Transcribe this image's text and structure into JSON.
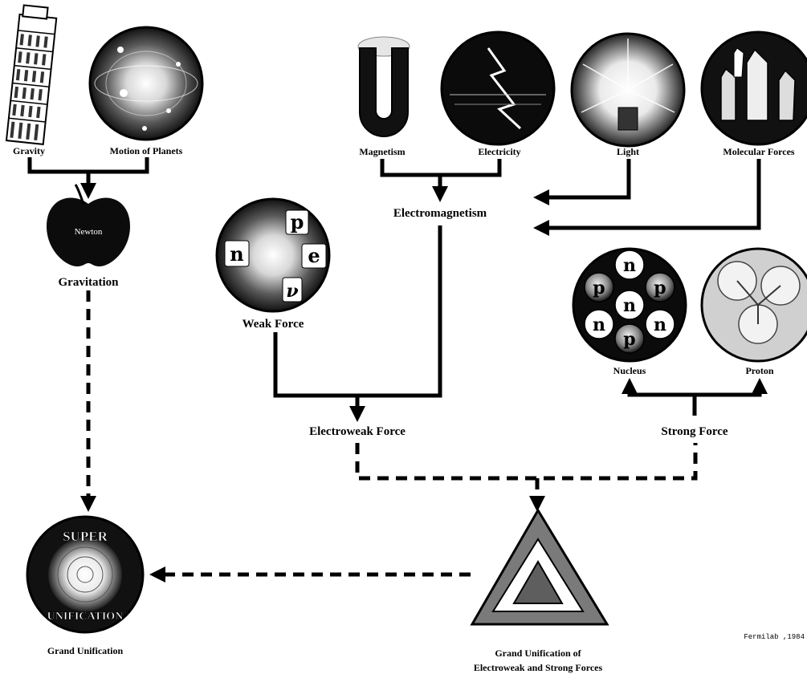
{
  "nodes": {
    "gravity": "Gravity",
    "motion_of_planets": "Motion of Planets",
    "newton": "Newton",
    "gravitation": "Gravitation",
    "magnetism": "Magnetism",
    "electricity": "Electricity",
    "light": "Light",
    "molecular_forces": "Molecular Forces",
    "electromagnetism": "Electromagnetism",
    "weak_force": "Weak Force",
    "nucleus": "Nucleus",
    "proton": "Proton",
    "electroweak_force": "Electroweak Force",
    "strong_force": "Strong Force",
    "grand_unification": "Grand Unification",
    "gu_ew_strong_line1": "Grand Unification of",
    "gu_ew_strong_line2": "Electroweak and Strong Forces"
  },
  "particles": {
    "weak": [
      "n",
      "p",
      "e",
      "ν"
    ],
    "nucleus": [
      "n",
      "p",
      "p",
      "n",
      "n",
      "p",
      "n"
    ]
  },
  "emblems": {
    "super_unification": [
      "SUPER",
      "UNIFICATION"
    ]
  },
  "credit": "Fermilab ,1984"
}
